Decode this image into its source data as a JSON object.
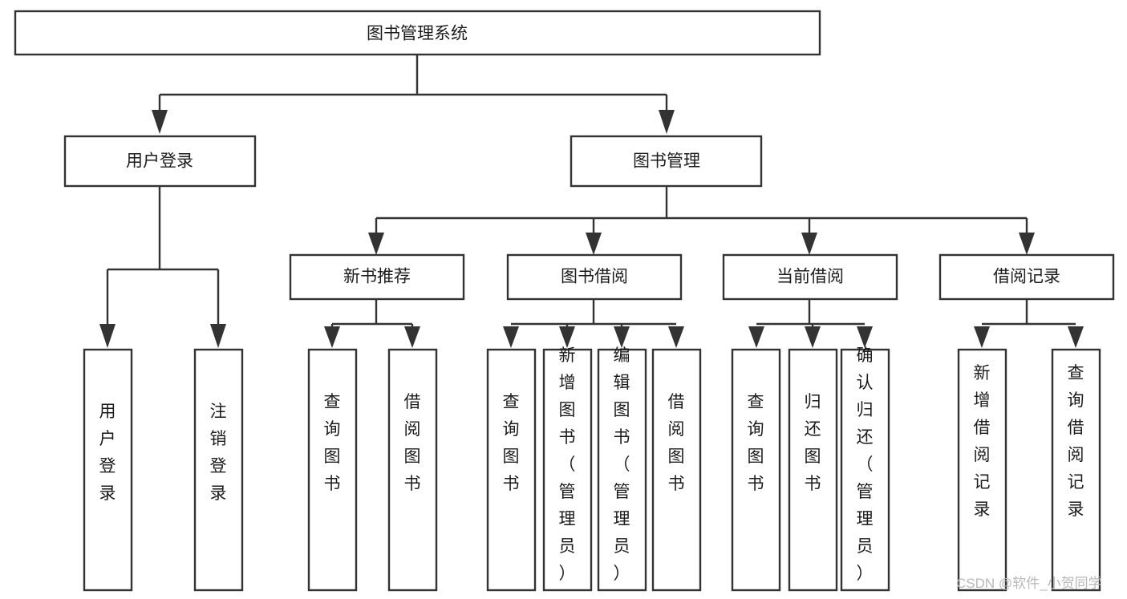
{
  "diagram": {
    "title": "图书管理系统",
    "type": "tree-hierarchy",
    "watermark": "CSDN @软件_小贺同学",
    "nodes": {
      "root": {
        "label": "图书管理系统",
        "orientation": "horizontal"
      },
      "l1_user_login": {
        "label": "用户登录",
        "orientation": "horizontal"
      },
      "l1_book_manage": {
        "label": "图书管理",
        "orientation": "horizontal"
      },
      "l2_new_book_rec": {
        "label": "新书推荐",
        "orientation": "horizontal"
      },
      "l2_book_borrow": {
        "label": "图书借阅",
        "orientation": "horizontal"
      },
      "l2_current_borrow": {
        "label": "当前借阅",
        "orientation": "horizontal"
      },
      "l2_borrow_record": {
        "label": "借阅记录",
        "orientation": "horizontal"
      },
      "leaf_user_login": {
        "label": "用户登录",
        "orientation": "vertical"
      },
      "leaf_user_logout": {
        "label": "注销登录",
        "orientation": "vertical"
      },
      "leaf_rec_query_book": {
        "label": "查询图书",
        "orientation": "vertical"
      },
      "leaf_rec_borrow_book": {
        "label": "借阅图书",
        "orientation": "vertical"
      },
      "leaf_borrow_query_book": {
        "label": "查询图书",
        "orientation": "vertical"
      },
      "leaf_borrow_add_book": {
        "label": "新增图书（管理员）",
        "orientation": "vertical"
      },
      "leaf_borrow_edit_book": {
        "label": "编辑图书（管理员）",
        "orientation": "vertical"
      },
      "leaf_borrow_borrow_book": {
        "label": "借阅图书",
        "orientation": "vertical"
      },
      "leaf_cur_query_book": {
        "label": "查询图书",
        "orientation": "vertical"
      },
      "leaf_cur_return_book": {
        "label": "归还图书",
        "orientation": "vertical"
      },
      "leaf_cur_confirm_return": {
        "label": "确认归还（管理员）",
        "orientation": "vertical"
      },
      "leaf_rec_add_record": {
        "label": "新增借阅记录",
        "orientation": "vertical"
      },
      "leaf_rec_query_record": {
        "label": "查询借阅记录",
        "orientation": "vertical"
      }
    },
    "hierarchy": [
      {
        "label": "图书管理系统",
        "children": [
          {
            "label": "用户登录",
            "children": [
              {
                "label": "用户登录"
              },
              {
                "label": "注销登录"
              }
            ]
          },
          {
            "label": "图书管理",
            "children": [
              {
                "label": "新书推荐",
                "children": [
                  {
                    "label": "查询图书"
                  },
                  {
                    "label": "借阅图书"
                  }
                ]
              },
              {
                "label": "图书借阅",
                "children": [
                  {
                    "label": "查询图书"
                  },
                  {
                    "label": "新增图书（管理员）"
                  },
                  {
                    "label": "编辑图书（管理员）"
                  },
                  {
                    "label": "借阅图书"
                  }
                ]
              },
              {
                "label": "当前借阅",
                "children": [
                  {
                    "label": "查询图书"
                  },
                  {
                    "label": "归还图书"
                  },
                  {
                    "label": "确认归还（管理员）"
                  }
                ]
              },
              {
                "label": "借阅记录",
                "children": [
                  {
                    "label": "新增借阅记录"
                  },
                  {
                    "label": "查询借阅记录"
                  }
                ]
              }
            ]
          }
        ]
      }
    ],
    "colors": {
      "box_stroke": "#333333",
      "box_fill": "#ffffff",
      "text": "#1b1b1b",
      "background": "#ffffff",
      "watermark": "#b8b8b8"
    }
  }
}
